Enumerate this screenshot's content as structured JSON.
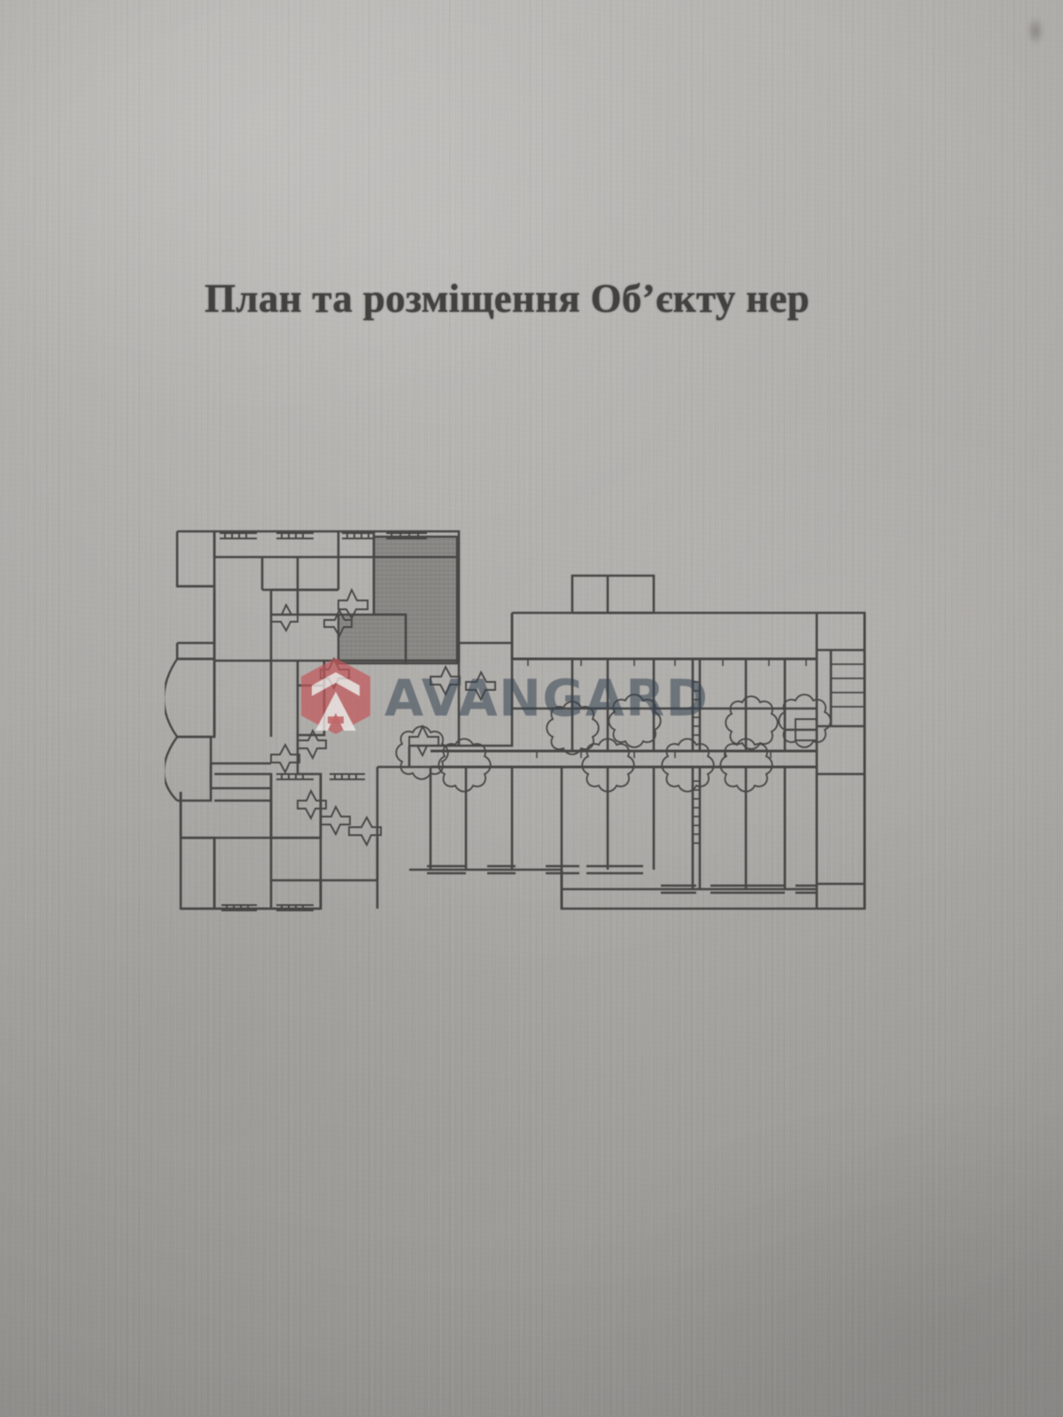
{
  "document": {
    "kind": "scanned-document-photo",
    "title": "План та розміщення Об’єкту нер",
    "title_note": "text is cropped at the right page edge",
    "language": "uk"
  },
  "paper": {
    "background_color": "#aaa8a4",
    "highlight_color": "#b4b2ae",
    "shadow_color": "#9e9c98",
    "ink_color": "#3b3a38"
  },
  "plan": {
    "name": "building-floor-plan",
    "description": "Architectural floor plan of a multi-apartment residential building floor, with one apartment shaded dark grey",
    "line_color": "#3a3937",
    "highlight_unit_fill": "#82807c",
    "highlight_unit_label": "shaded apartment unit"
  },
  "watermark": {
    "brand": "AVANGARD",
    "logo_color": "#c4565a",
    "text_color": "#344452",
    "logo_glyph": "A"
  }
}
